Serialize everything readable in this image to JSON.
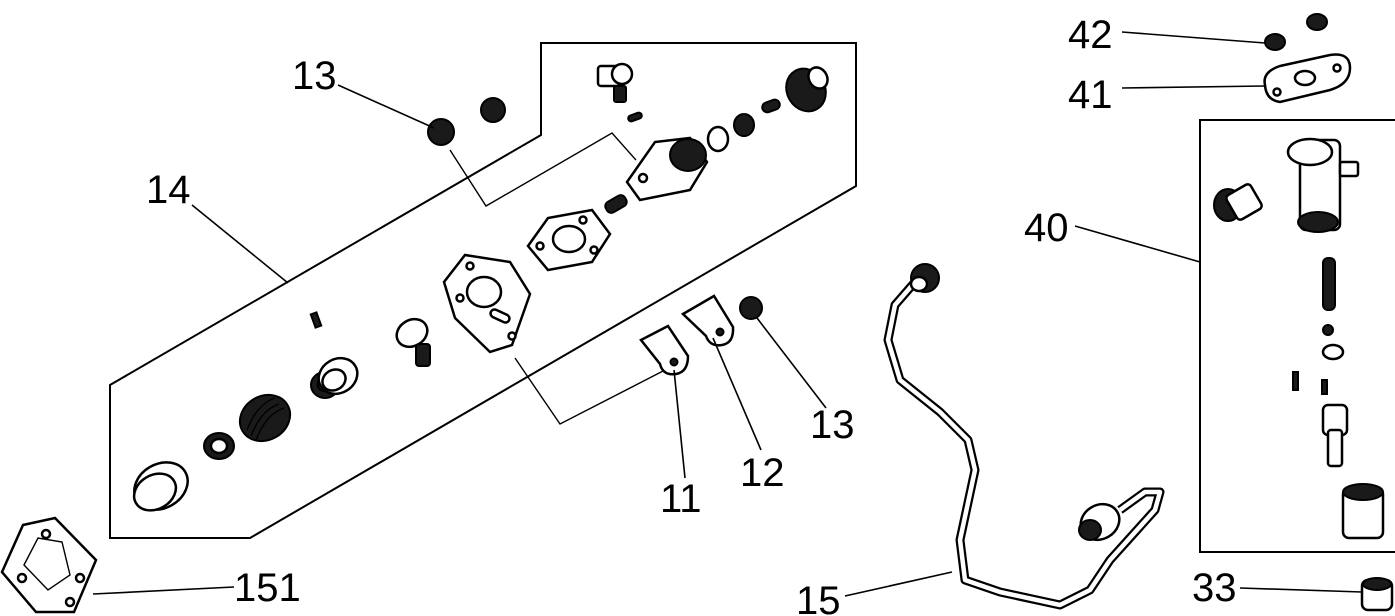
{
  "callouts": {
    "c13_top": "13",
    "c14": "14",
    "c13_right": "13",
    "c11": "11",
    "c12": "12",
    "c151": "151",
    "c15": "15",
    "c42": "42",
    "c41": "41",
    "c40": "40",
    "c33": "33"
  }
}
